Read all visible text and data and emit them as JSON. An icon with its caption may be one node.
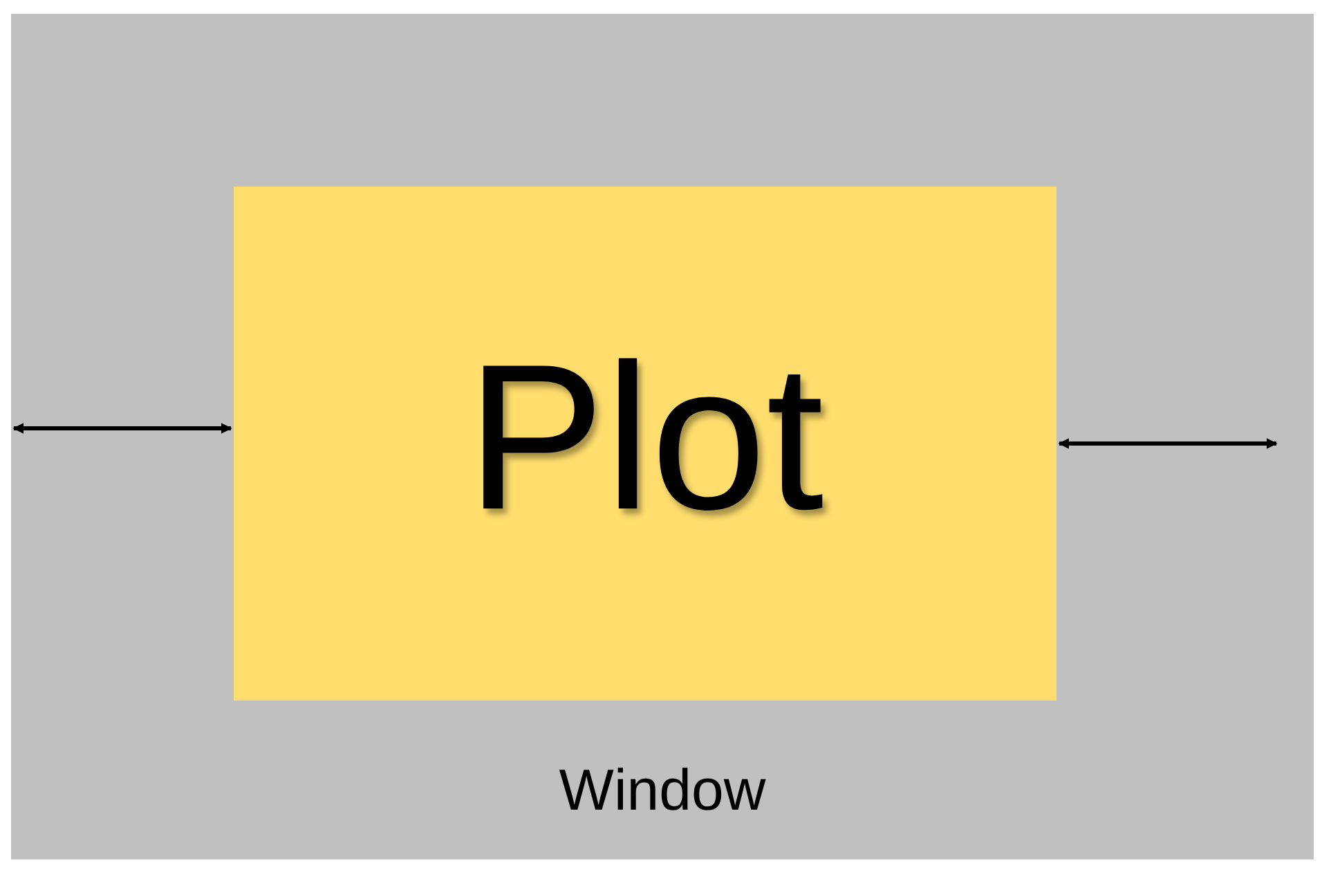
{
  "diagram": {
    "nodes": [
      {
        "text": [
          "Window"
        ]
      },
      {
        "text": [
          "Plot"
        ],
        "in": 0
      }
    ],
    "edges": [
      {
        "from": 0,
        "to": 1,
        "arrow": "both"
      },
      {
        "from": 1,
        "to": null,
        "arrow": "both"
      }
    ]
  }
}
